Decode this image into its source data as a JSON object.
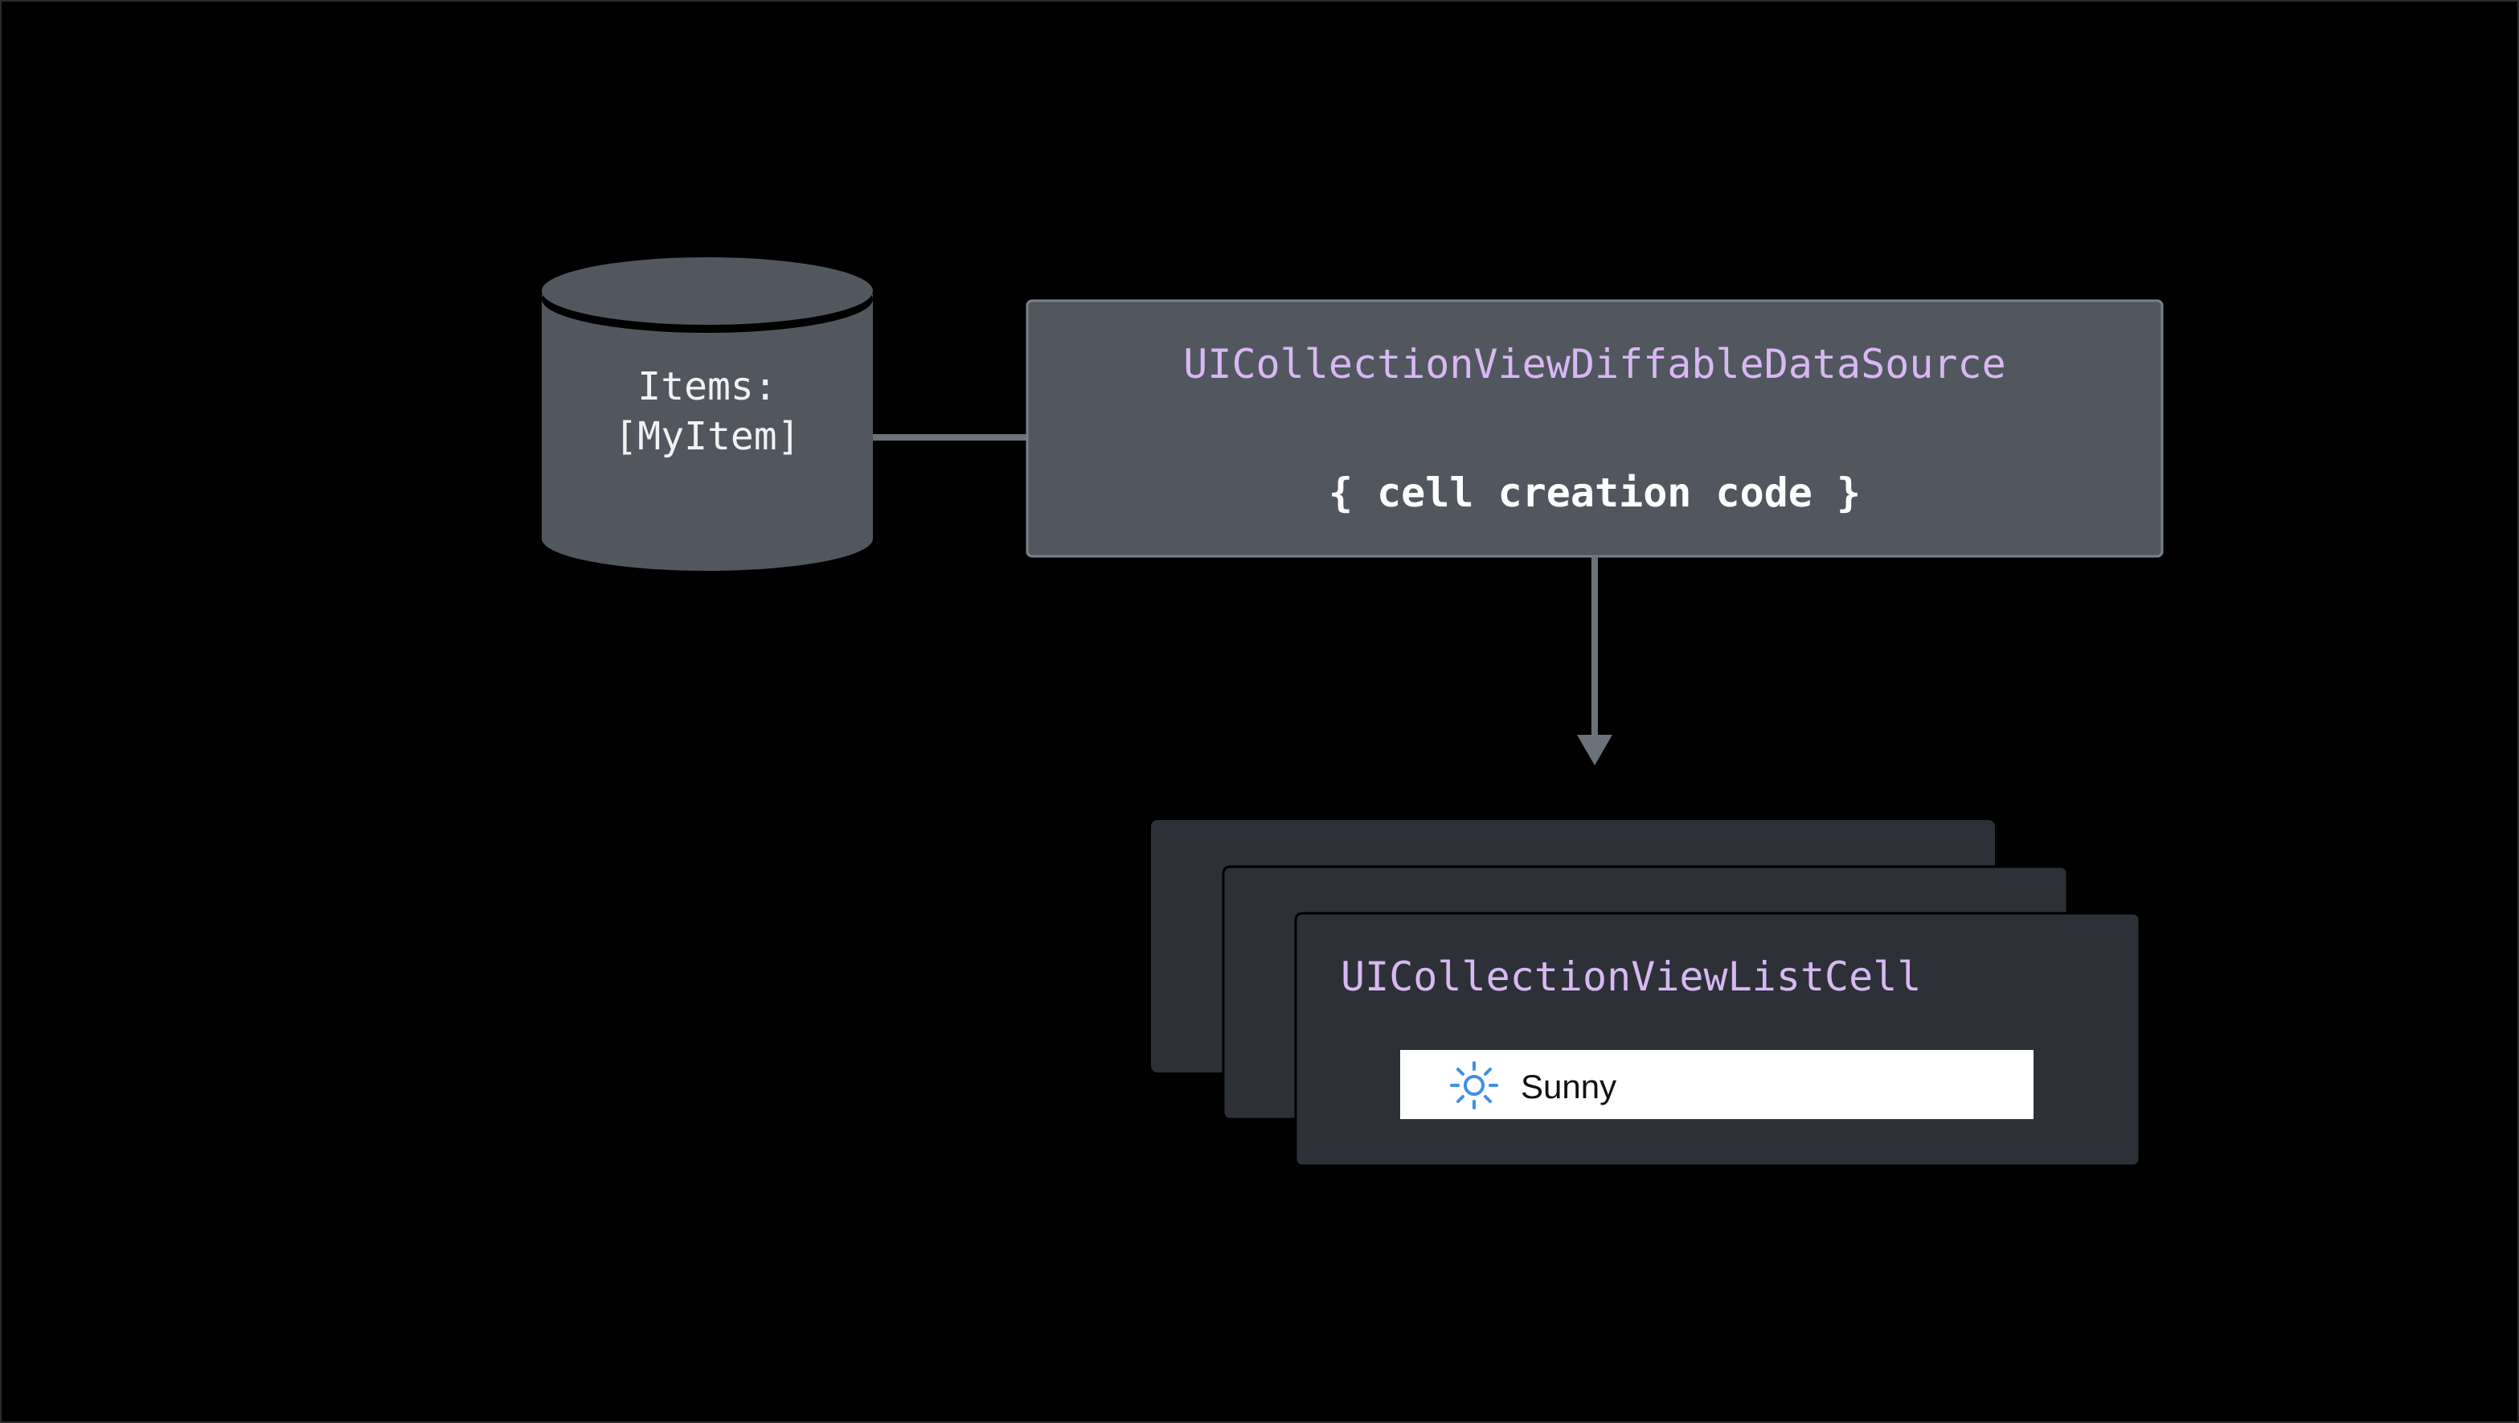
{
  "data_store": {
    "label_line1": "Items:",
    "label_line2": "[MyItem]"
  },
  "data_source": {
    "title": "UICollectionViewDiffableDataSource",
    "code": "{ cell creation code }"
  },
  "cell": {
    "title": "UICollectionViewListCell",
    "row_text": "Sunny",
    "row_icon": "sun-icon"
  },
  "colors": {
    "background": "#000000",
    "node_fill": "#52575f",
    "cell_fill": "#2d3137",
    "type_name": "#d8b8f2",
    "connector": "#6c727b",
    "icon_accent": "#3f8fe6"
  }
}
